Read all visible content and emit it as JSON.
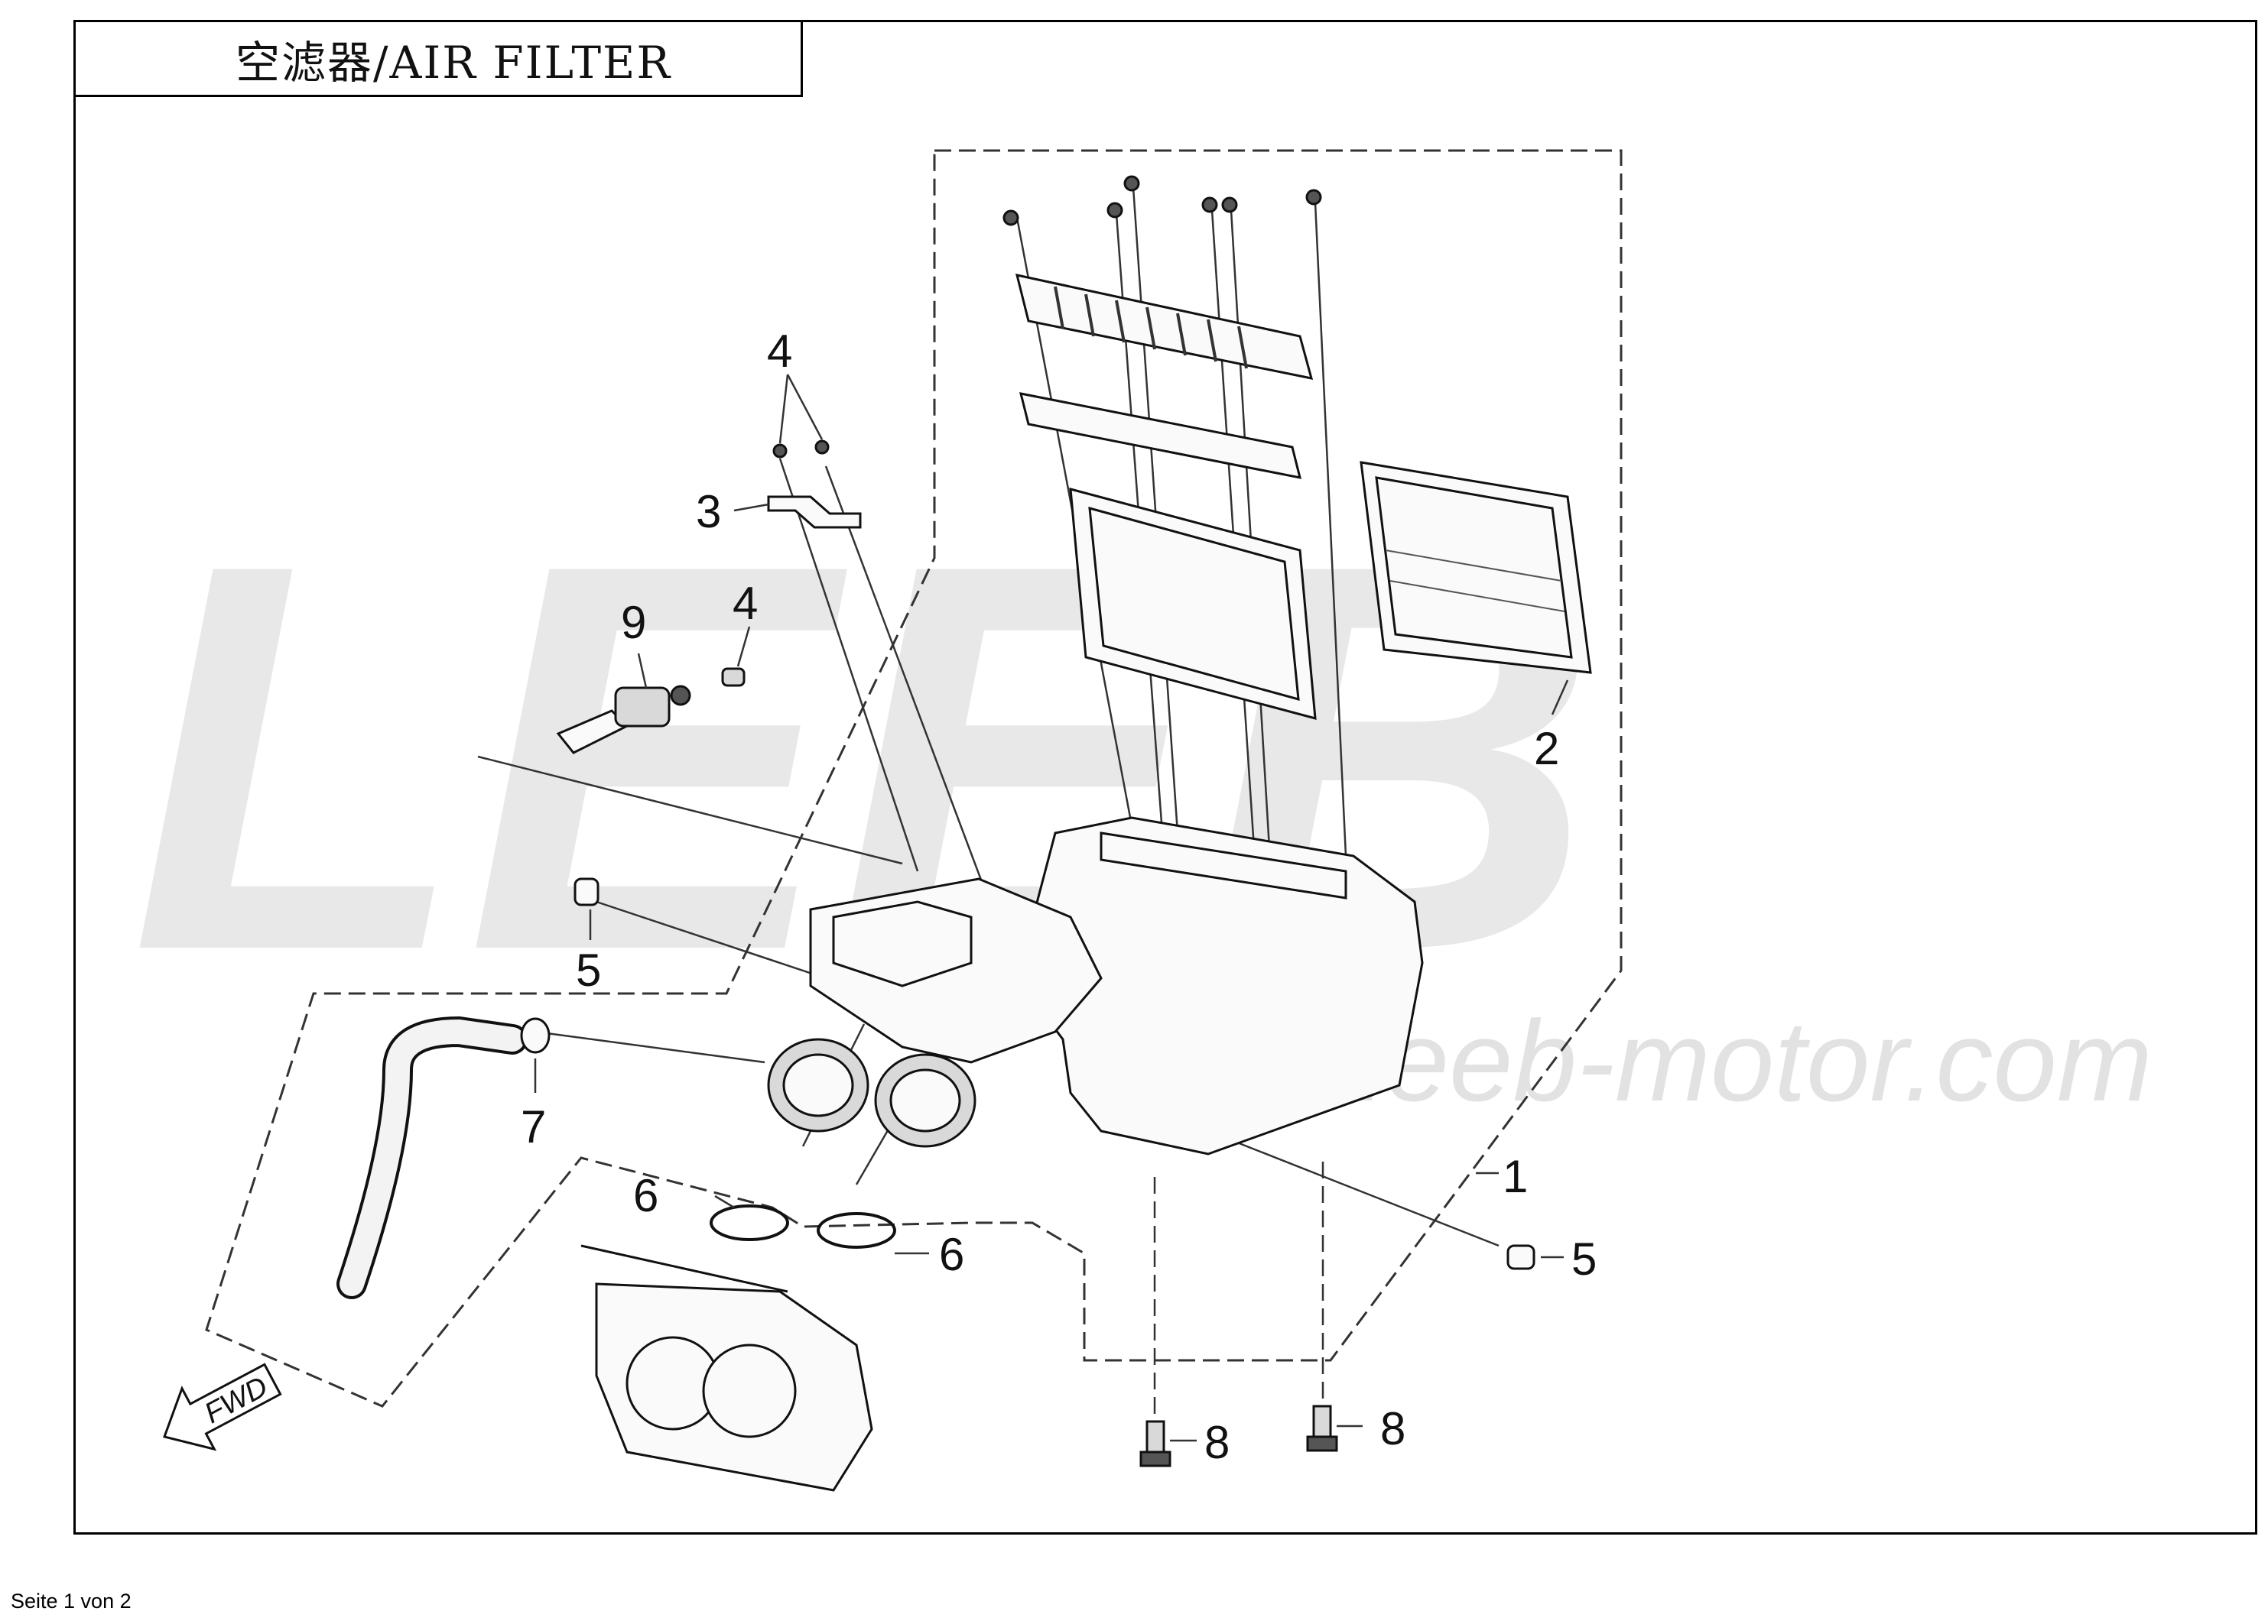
{
  "title": "空滤器/AIR FILTER",
  "watermark": {
    "brand": "LEEB",
    "url": "www.leeb-motor.com"
  },
  "footer": "Seite 1 von 2",
  "fwd_label": "FWD",
  "callouts": [
    {
      "id": "c1",
      "label": "1"
    },
    {
      "id": "c2",
      "label": "2"
    },
    {
      "id": "c3",
      "label": "3"
    },
    {
      "id": "c4a",
      "label": "4"
    },
    {
      "id": "c4b",
      "label": "4"
    },
    {
      "id": "c5a",
      "label": "5"
    },
    {
      "id": "c5b",
      "label": "5"
    },
    {
      "id": "c6a",
      "label": "6"
    },
    {
      "id": "c6b",
      "label": "6"
    },
    {
      "id": "c7",
      "label": "7"
    },
    {
      "id": "c8a",
      "label": "8"
    },
    {
      "id": "c8b",
      "label": "8"
    },
    {
      "id": "c9",
      "label": "9"
    }
  ]
}
